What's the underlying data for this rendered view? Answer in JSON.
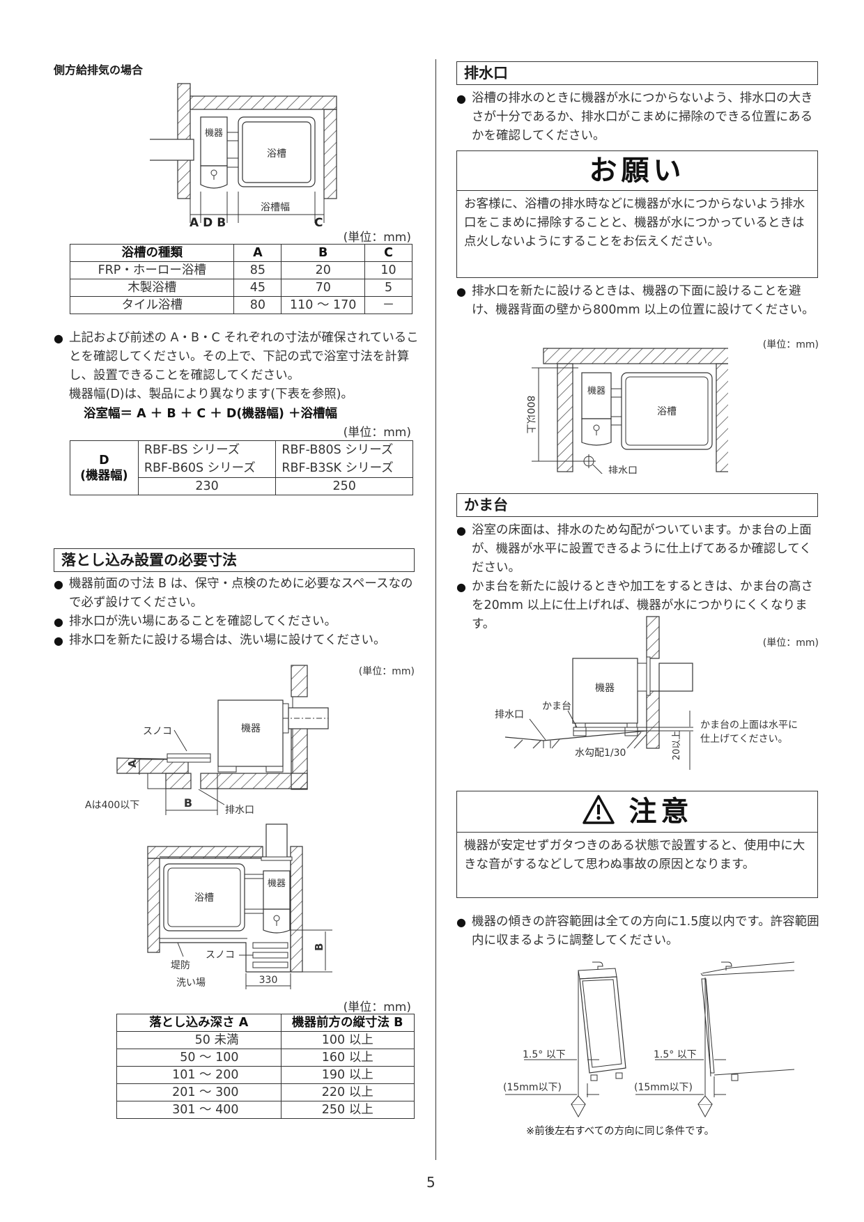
{
  "page_number": "5",
  "left": {
    "side_vent": {
      "heading": "側方給排気の場合",
      "diagram": {
        "device_label": "機器",
        "tub_label": "浴槽",
        "tub_width_label": "浴槽幅",
        "dim_labels": [
          "A",
          "D",
          "B",
          "C"
        ]
      },
      "unit": "(単位：mm)",
      "table": {
        "headers": [
          "浴槽の種類",
          "A",
          "B",
          "C"
        ],
        "rows": [
          [
            "FRP・ホーロー浴槽",
            "85",
            "20",
            "10"
          ],
          [
            "木製浴槽",
            "45",
            "70",
            "5"
          ],
          [
            "タイル浴槽",
            "80",
            "110 ～ 170",
            "－"
          ]
        ]
      },
      "bullet": "上記および前述の A・B・C それぞれの寸法が確保されていることを確認してください。その上で、下記の式で浴室寸法を計算し、設置できることを確認してください。",
      "bullet_note": "機器幅(D)は、製品により異なります(下表を参照)。",
      "formula": "浴室幅＝ A ＋ B ＋ C ＋ D(機器幅) ＋浴槽幅",
      "unit2": "(単位：mm)",
      "d_table": {
        "row_header_line1": "D",
        "row_header_line2": "(機器幅)",
        "col1_line1": "RBF-BS シリーズ",
        "col1_line2": "RBF-B60S シリーズ",
        "col2_line1": "RBF-B80S シリーズ",
        "col2_line2": "RBF-B3SK シリーズ",
        "col1_value": "230",
        "col2_value": "250"
      }
    },
    "drop_in": {
      "title": "落とし込み設置の必要寸法",
      "bullets": [
        "機器前面の寸法 B は、保守・点検のために必要なスペースなので必ず設けてください。",
        "排水口が洗い場にあることを確認してください。",
        "排水口を新たに設ける場合は、洗い場に設けてください。"
      ],
      "unit": "(単位：mm)",
      "diagram1": {
        "device_label": "機器",
        "sunoko_label": "スノコ",
        "a_label": "A",
        "a_note": "Aは400以下",
        "b_label": "B",
        "drain_label": "排水口"
      },
      "diagram2": {
        "tub_label": "浴槽",
        "device_label": "機器",
        "sunoko_label": "スノコ",
        "embankment_label": "堤防",
        "washing_area_label": "洗い場",
        "width_label": "330",
        "b_label": "B"
      },
      "unit2": "(単位：mm)",
      "table": {
        "headers": [
          "落とし込み深さ A",
          "機器前方の縦寸法 B"
        ],
        "rows": [
          [
            "50 未満",
            "100 以上"
          ],
          [
            "50 ～ 100",
            "160 以上"
          ],
          [
            "101 ～ 200",
            "190 以上"
          ],
          [
            "201 ～ 300",
            "220 以上"
          ],
          [
            "301 ～ 400",
            "250 以上"
          ]
        ]
      }
    }
  },
  "right": {
    "drain": {
      "title": "排水口",
      "bullet": "浴槽の排水のときに機器が水につからないよう、排水口の大きさが十分であるか、排水口がこまめに掃除のできる位置にあるかを確認してください。"
    },
    "request": {
      "heading": "お願い",
      "body": "お客様に、浴槽の排水時などに機器が水につからないよう排水口をこまめに掃除することと、機器が水につかっているときは点火しないようにすることをお伝えください。"
    },
    "drain_bullet2": "排水口を新たに設けるときは、機器の下面に設けることを避け、機器背面の壁から800mm 以上の位置に設けてください。",
    "drain_diagram": {
      "unit": "(単位：mm)",
      "dim_label": "800以上",
      "device_label": "機器",
      "tub_label": "浴槽",
      "drain_label": "排水口"
    },
    "stand": {
      "title": "かま台",
      "bullets": [
        "浴室の床面は、排水のため勾配がついています。かま台の上面が、機器が水平に設置できるように仕上げてあるか確認してください。",
        "かま台を新たに設けるときや加工をするときは、かま台の高さを20mm 以上に仕上げれば、機器が水につかりにくくなります。"
      ],
      "diagram": {
        "unit": "(単位：mm)",
        "device_label": "機器",
        "stand_label": "かま台",
        "drain_label": "排水口",
        "slope_label": "水勾配1/30",
        "height_label": "20以上",
        "level_note_line1": "かま台の上面は水平に",
        "level_note_line2": "仕上げてください。"
      }
    },
    "caution": {
      "heading": "注意",
      "icon": "warning-triangle-icon",
      "body": "機器が安定せずガタつきのある状態で設置すると、使用中に大きな音がするなどして思わぬ事故の原因となります。"
    },
    "tilt_bullet": "機器の傾きの許容範囲は全ての方向に1.5度以内です。許容範囲内に収まるように調整してください。",
    "tilt_diagram": {
      "angle_label": "1.5° 以下",
      "offset_label": "(15mm以下)",
      "footnote": "※前後左右すべての方向に同じ条件です。"
    }
  }
}
